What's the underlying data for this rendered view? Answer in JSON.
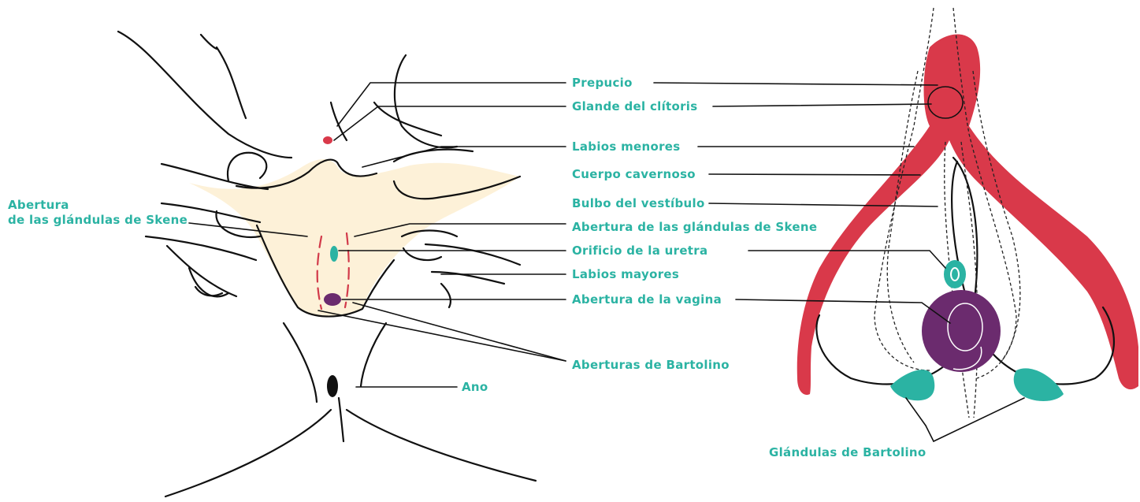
{
  "colors": {
    "label": "#2bb3a3",
    "skin": "#fdf1d8",
    "clitoris": "#d9394a",
    "urethra": "#2bb3a3",
    "vagina": "#6b2b6e",
    "bartholin": "#2bb3a3",
    "ink": "#111111"
  },
  "labels": {
    "prepucio": "Prepucio",
    "glande": "Glande del clítoris",
    "labios_menores": "Labios menores",
    "cuerpo_cavernoso": "Cuerpo cavernoso",
    "bulbo_vestibulo": "Bulbo del vestíbulo",
    "abertura_skene": "Abertura de las glándulas de Skene",
    "orificio_uretra": "Orificio de la uretra",
    "labios_mayores": "Labios mayores",
    "abertura_vagina": "Abertura de la vagina",
    "aberturas_bartolino": "Aberturas de Bartolino",
    "ano": "Ano",
    "skene_left_line1": "Abertura",
    "skene_left_line2": "de las glándulas de Skene",
    "glandulas_bartolino": "Glándulas de Bartolino"
  }
}
